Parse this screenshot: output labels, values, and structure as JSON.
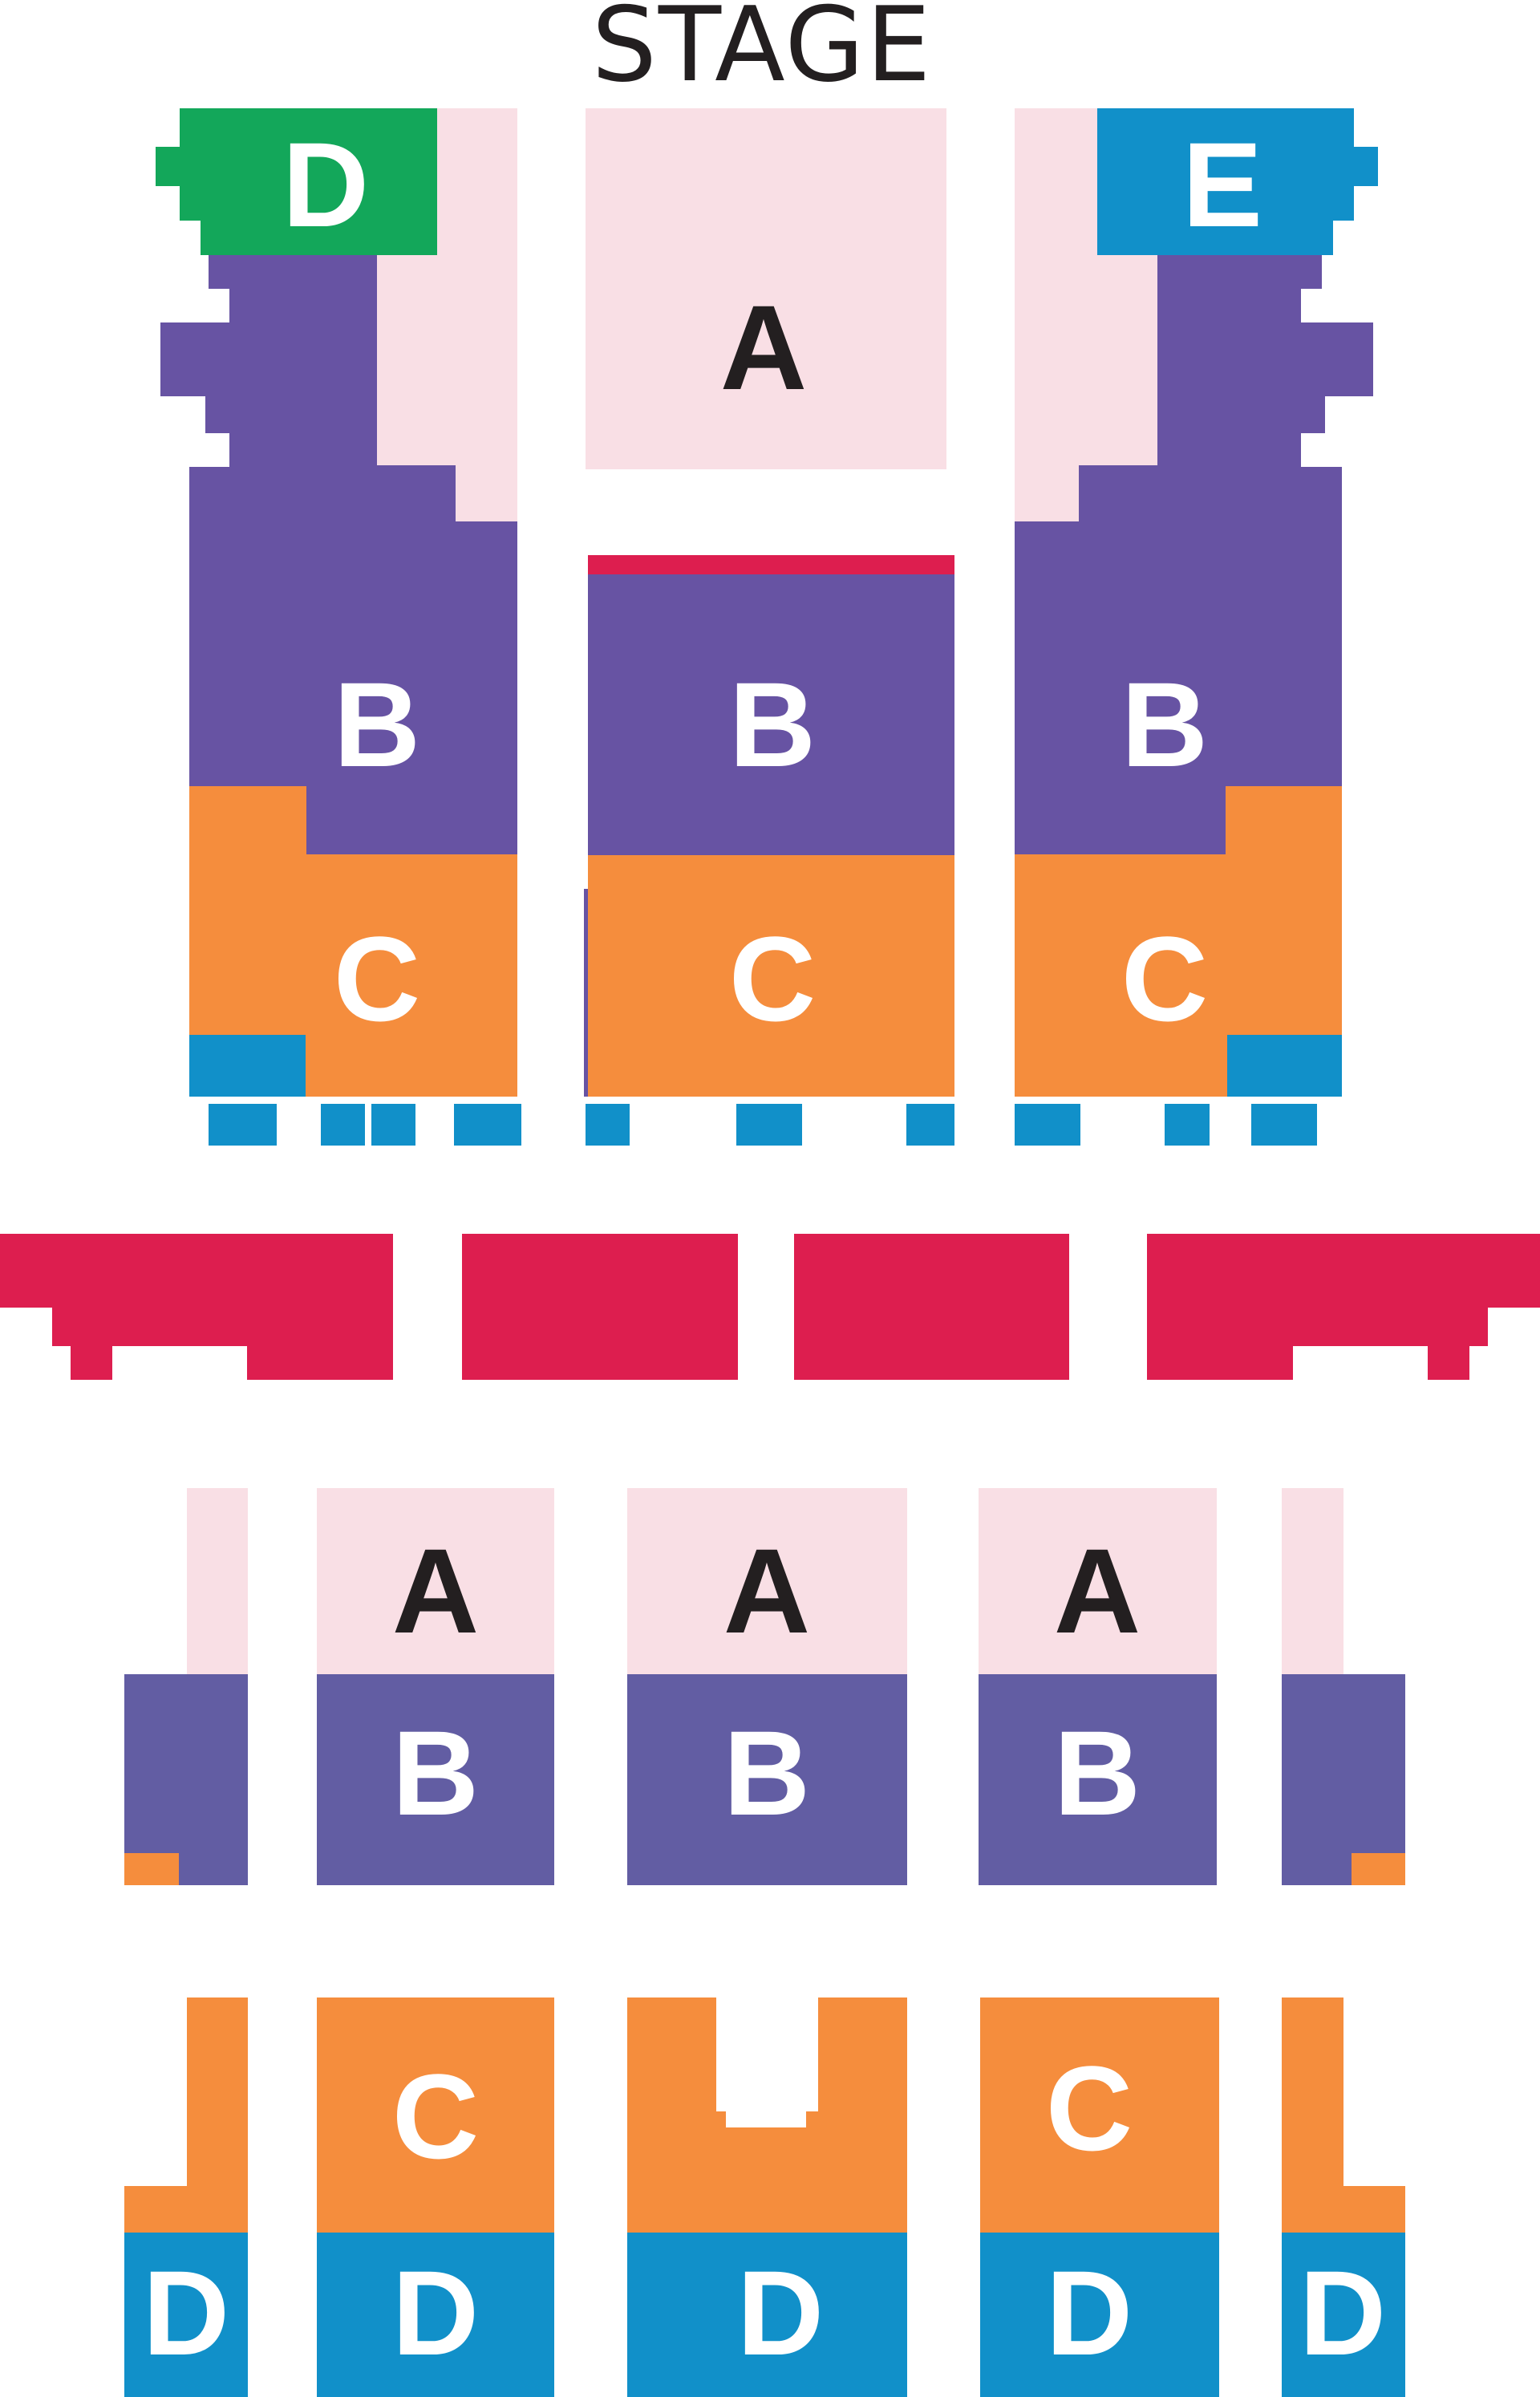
{
  "stage": {
    "label": "STAGE"
  },
  "colors": {
    "A": "#f9dfe5",
    "B": "#6753a3",
    "B_lower": "#625da3",
    "C": "#f58d3d",
    "D": "#1190c9",
    "E": "#1190c9",
    "D_box": "#13a75a",
    "wheelchair": "#dd1e4f",
    "label_light": "#ffffff",
    "label_dark": "#231f20"
  },
  "labels": {
    "upper_a_center": "A",
    "upper_b_left": "B",
    "upper_b_center": "B",
    "upper_b_right": "B",
    "upper_c_left": "C",
    "upper_c_center": "C",
    "upper_c_right": "C",
    "box_d_left": "D",
    "box_e_right": "E",
    "lower_a_1": "A",
    "lower_a_2": "A",
    "lower_a_3": "A",
    "lower_b_1": "B",
    "lower_b_2": "B",
    "lower_b_3": "B",
    "lower_c_1": "C",
    "lower_c_3": "C",
    "lower_d_1": "D",
    "lower_d_2": "D",
    "lower_d_3": "D",
    "lower_d_4": "D",
    "lower_d_5": "D"
  }
}
